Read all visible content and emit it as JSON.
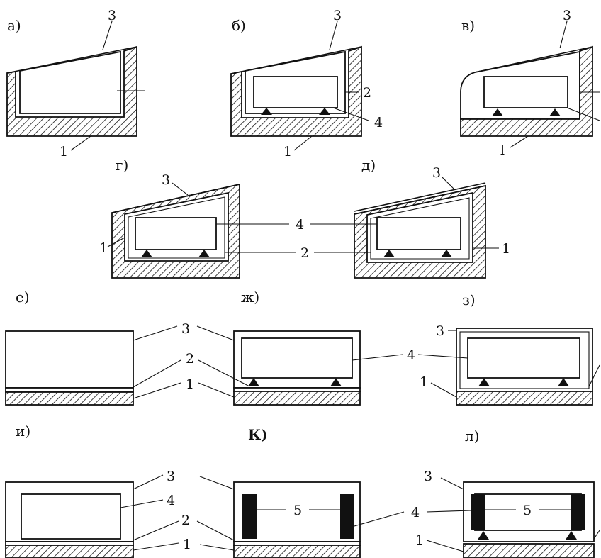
{
  "panels": {
    "a": "а)",
    "b": "б)",
    "v": "в)",
    "g": "г)",
    "d": "д)",
    "e": "е)",
    "zh": "ж)",
    "z": "з)",
    "i": "и)",
    "k": "К)",
    "l": "л)"
  },
  "numbers": {
    "n1": "1",
    "n2": "2",
    "n3": "3",
    "n4": "4",
    "n5": "5",
    "n1_alt": "l"
  }
}
